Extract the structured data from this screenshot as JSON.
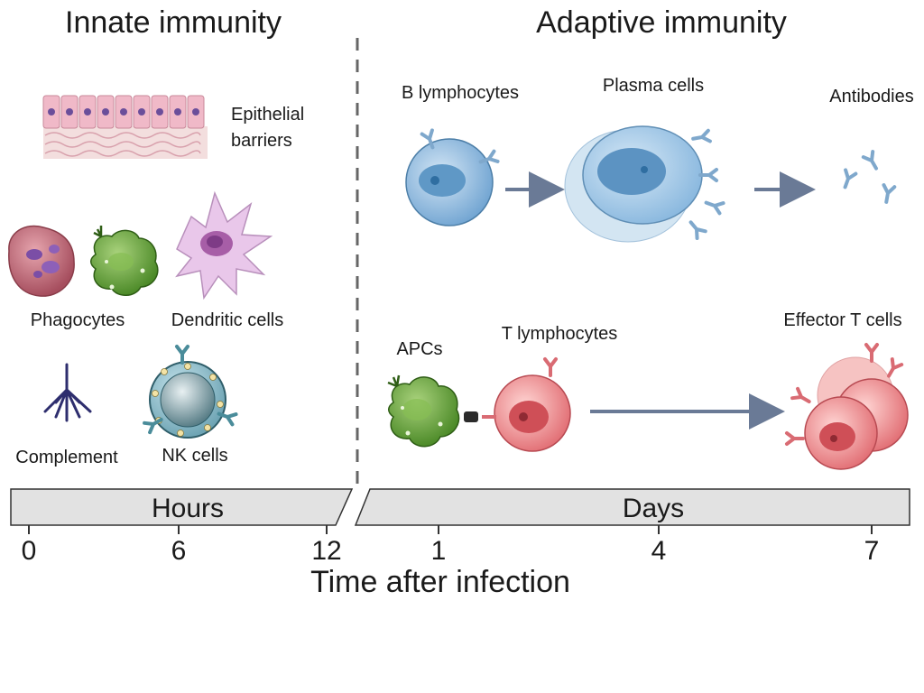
{
  "sections": {
    "innate": "Innate immunity",
    "adaptive": "Adaptive immunity"
  },
  "innate": {
    "epithelial_line1": "Epithelial",
    "epithelial_line2": "barriers",
    "phagocytes": "Phagocytes",
    "dendritic": "Dendritic cells",
    "complement": "Complement",
    "nk": "NK cells"
  },
  "adaptive": {
    "b_lymphocytes": "B lymphocytes",
    "plasma_cells": "Plasma cells",
    "antibodies": "Antibodies",
    "apcs": "APCs",
    "t_lymphocytes": "T lymphocytes",
    "effector_t": "Effector T cells"
  },
  "timeline": {
    "hours_label": "Hours",
    "days_label": "Days",
    "ticks": [
      "0",
      "6",
      "12",
      "1",
      "4",
      "7"
    ],
    "axis_title": "Time after infection"
  },
  "colors": {
    "b_cell": "#8fbbe0",
    "t_cell": "#e8787c",
    "apc": "#5d9a35",
    "dendritic": "#e3c0e3",
    "phagocyte": "#b55a6a",
    "nk": "#8ab8c6",
    "timeline_bar": "#e2e2e2",
    "arrow": "#6a7a96"
  }
}
